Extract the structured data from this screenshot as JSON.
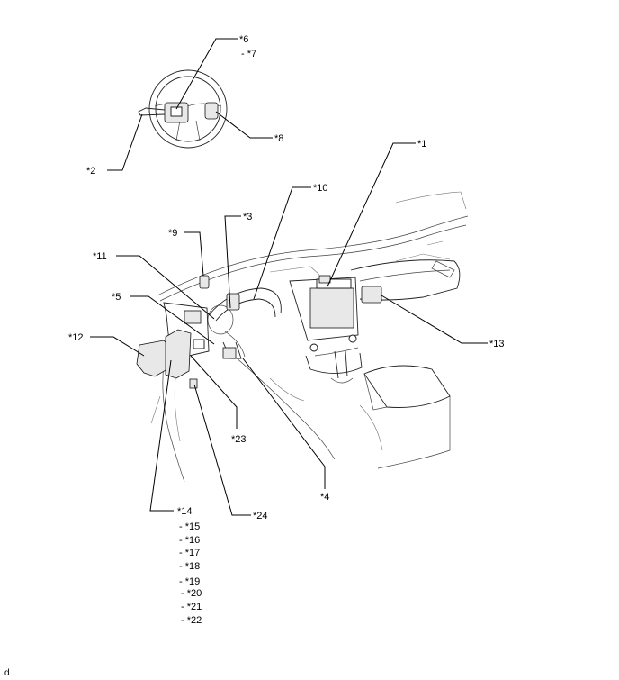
{
  "callouts": {
    "c1": "*1",
    "c2": "*2",
    "c3": "*3",
    "c4": "*4",
    "c5": "*5",
    "c6": "*6",
    "c7": "- *7",
    "c8": "*8",
    "c9": "*9",
    "c10": "*10",
    "c11": "*11",
    "c12": "*12",
    "c13": "*13",
    "c14": "*14",
    "c15": "- *15",
    "c16": "- *16",
    "c17": "- *17",
    "c18": "- *18",
    "c19": "- *19",
    "c20": "- *20",
    "c21": "- *21",
    "c22": "- *22",
    "c23": "*23",
    "c24": "*24"
  },
  "footer": {
    "figure_id": "d"
  }
}
